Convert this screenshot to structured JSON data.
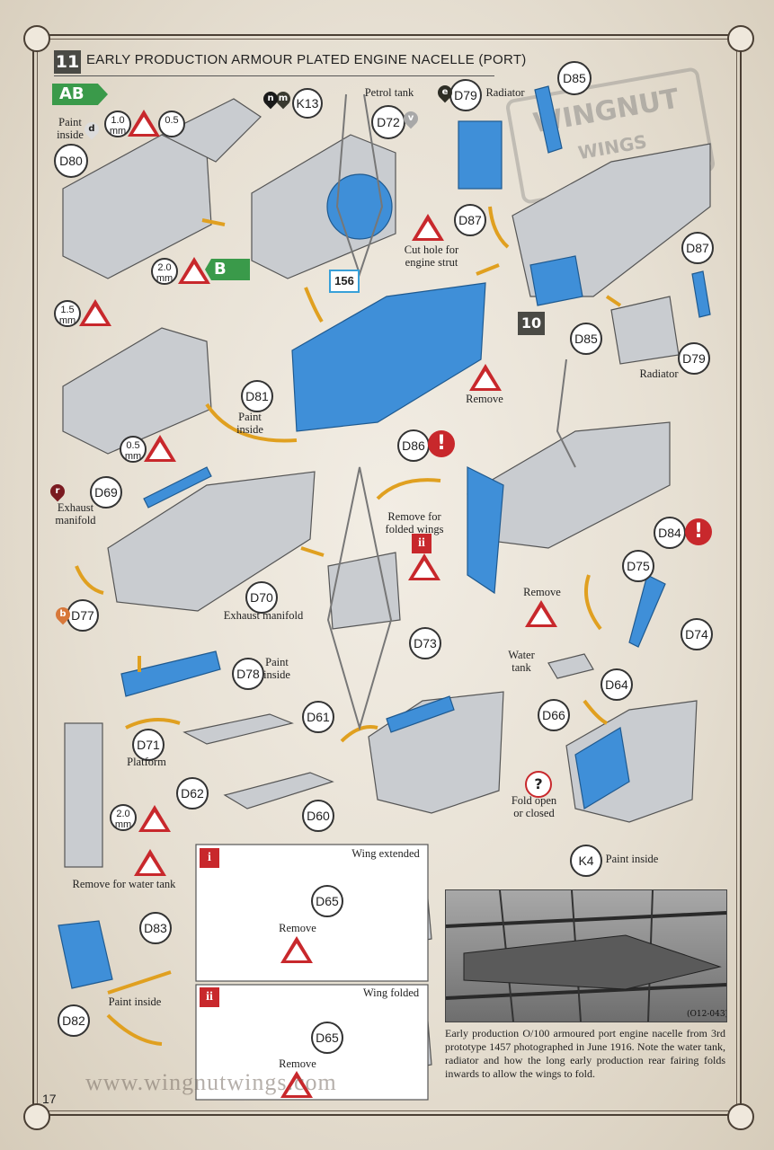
{
  "header": {
    "step_number": "11",
    "title": "EARLY PRODUCTION ARMOUR PLATED ENGINE NACELLE (PORT)",
    "variant_badge": "AB",
    "sub_badge": "B"
  },
  "parts": [
    "D80",
    "K13",
    "D72",
    "D79",
    "D85",
    "D87",
    "D81",
    "D86",
    "D69",
    "D77",
    "D70",
    "D78",
    "D71",
    "D62",
    "D61",
    "D60",
    "D73",
    "D84",
    "D75",
    "D74",
    "D64",
    "D66",
    "K4",
    "D65",
    "D83",
    "D82",
    "D65",
    "D87",
    "D85",
    "D79"
  ],
  "refs": {
    "ref_156": "156",
    "ref_10": "10"
  },
  "labels": {
    "paint_inside_1": "Paint inside",
    "petrol_tank": "Petrol tank",
    "radiator_1": "Radiator",
    "cut_hole": "Cut hole for engine strut",
    "radiator_2": "Radiator",
    "paint_inside_2": "Paint inside",
    "remove_1": "Remove",
    "exhaust_manifold_1": "Exhaust manifold",
    "remove_folded": "Remove for folded wings",
    "exhaust_manifold_2": "Exhaust manifold",
    "remove_2": "Remove",
    "paint_inside_3": "Paint inside",
    "water_tank": "Water tank",
    "platform": "Platform",
    "fold_open": "Fold open or closed",
    "paint_inside_4": "Paint inside",
    "remove_water": "Remove for water tank",
    "wing_extended": "Wing extended",
    "remove_3": "Remove",
    "paint_inside_5": "Paint inside",
    "wing_folded": "Wing folded",
    "remove_4": "Remove"
  },
  "drill": {
    "d1": "1.0 mm",
    "d2": "0.5",
    "d3": "2.0 mm",
    "d4": "1.5 mm",
    "d5": "0.5 mm",
    "d6": "2.0 mm"
  },
  "roman": {
    "i": "i",
    "ii": "ii",
    "ii_small": "ii"
  },
  "paint_codes": {
    "m": "m",
    "n": "n",
    "e": "e",
    "v": "v",
    "d": "d",
    "r": "r",
    "b": "b"
  },
  "colors": {
    "blue": "#3f8fd8",
    "grey": "#b9bcc0",
    "red": "#c8282c",
    "green": "#3a9a4a",
    "dark": "#4a4a45"
  },
  "watermark": {
    "line1": "WINGNUT",
    "line2": "WINGS"
  },
  "photo": {
    "ref": "(O12-043)",
    "caption": "Early production O/100 armoured port engine nacelle from 3rd prototype 1457 photographed in June 1916. Note the water tank, radiator and how the long early production rear fairing folds inwards to allow the wings to fold."
  },
  "footer": {
    "url": "www.wingnutwings.com",
    "page": "17"
  }
}
